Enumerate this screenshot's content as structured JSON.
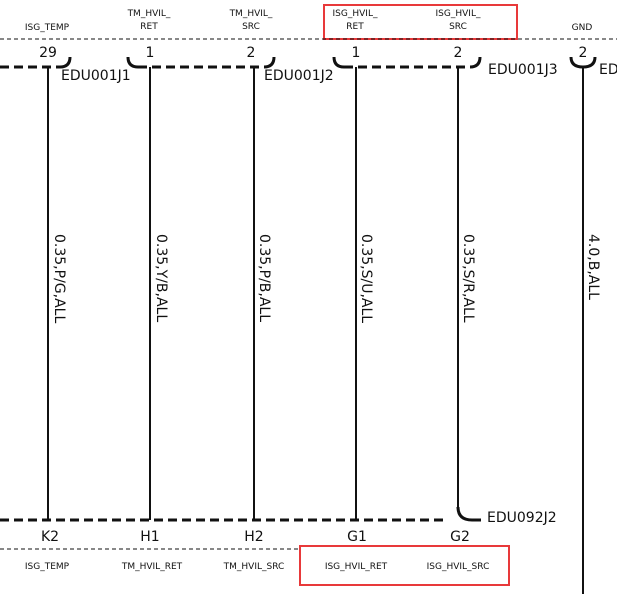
{
  "top_signals": [
    {
      "line1": "ISG_TEMP",
      "line2": ""
    },
    {
      "line1": "TM_HVIL_",
      "line2": "RET"
    },
    {
      "line1": "TM_HVIL_",
      "line2": "SRC"
    },
    {
      "line1": "ISG_HVIL_",
      "line2": "RET"
    },
    {
      "line1": "ISG_HVIL_",
      "line2": "SRC"
    },
    {
      "line1": "GND",
      "line2": ""
    }
  ],
  "top_pins": [
    "29",
    "1",
    "2",
    "1",
    "2",
    "2"
  ],
  "top_connectors": [
    "EDU001J1",
    "EDU001J2",
    "EDU001J3",
    "ED"
  ],
  "wires": [
    {
      "label": "0.35,P/G,ALL"
    },
    {
      "label": "0.35,Y/B,ALL"
    },
    {
      "label": "0.35,P/B,ALL"
    },
    {
      "label": "0.35,S/U,ALL"
    },
    {
      "label": "0.35,S/R,ALL"
    },
    {
      "label": "4.0,B,ALL"
    }
  ],
  "bottom_connector": "EDU092J2",
  "bottom_pins": [
    "K2",
    "H1",
    "H2",
    "G1",
    "G2"
  ],
  "bottom_signals": [
    "ISG_TEMP",
    "TM_HVIL_RET",
    "TM_HVIL_SRC",
    "ISG_HVIL_RET",
    "ISG_HVIL_SRC"
  ],
  "colors": {
    "line": "#111111",
    "highlight": "#e8393a"
  }
}
